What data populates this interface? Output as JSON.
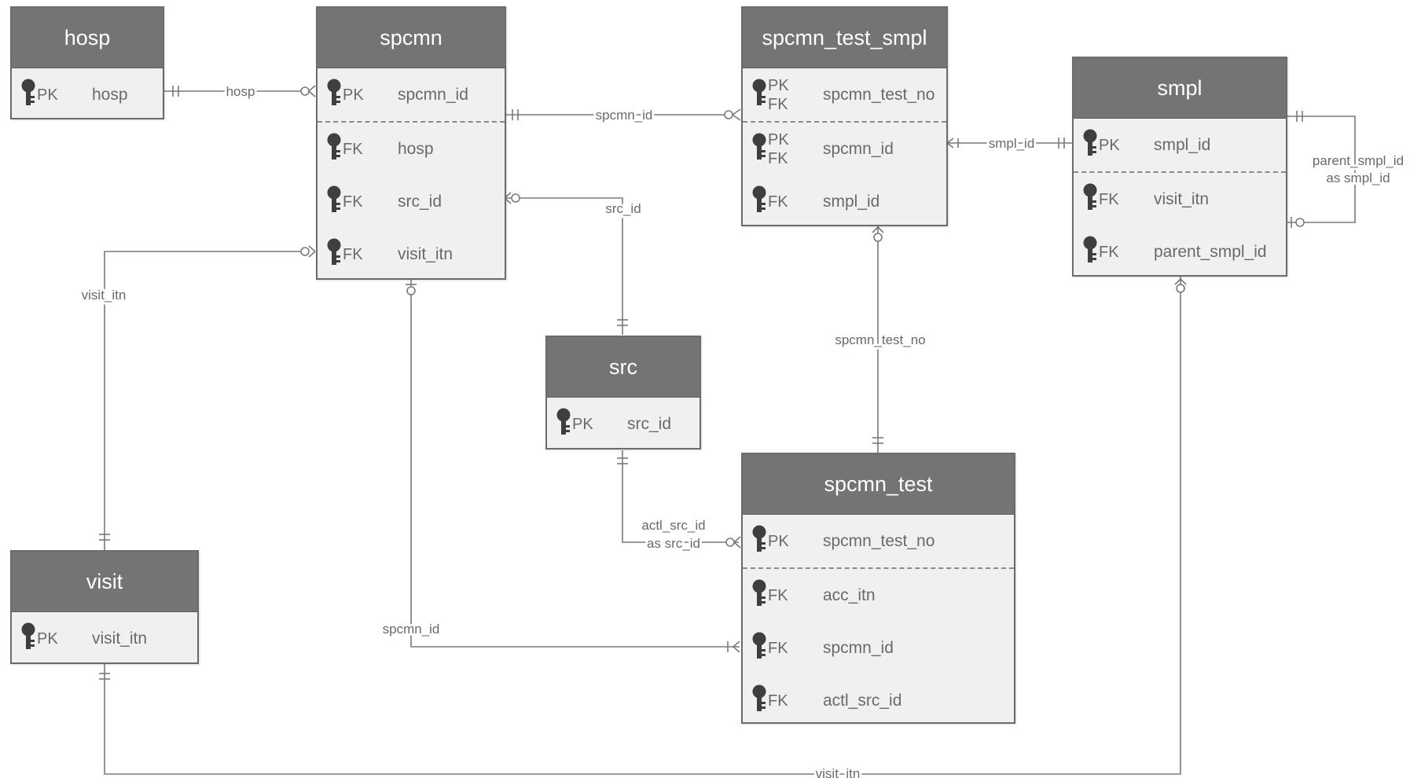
{
  "entities": {
    "hosp": {
      "name": "hosp",
      "attrs": [
        {
          "kind": "PK",
          "name": "hosp"
        }
      ]
    },
    "spcmn": {
      "name": "spcmn",
      "attrs": [
        {
          "kind": "PK",
          "name": "spcmn_id"
        },
        {
          "kind": "FK",
          "name": "hosp"
        },
        {
          "kind": "FK",
          "name": "src_id"
        },
        {
          "kind": "FK",
          "name": "visit_itn"
        }
      ]
    },
    "spcmn_test_smpl": {
      "name": "spcmn_test_smpl",
      "attrs": [
        {
          "kind1": "PK",
          "kind2": "FK",
          "name": "spcmn_test_no"
        },
        {
          "kind1": "PK",
          "kind2": "FK",
          "name": "spcmn_id"
        },
        {
          "kind": "FK",
          "name": "smpl_id"
        }
      ]
    },
    "smpl": {
      "name": "smpl",
      "attrs": [
        {
          "kind": "PK",
          "name": "smpl_id"
        },
        {
          "kind": "FK",
          "name": "visit_itn"
        },
        {
          "kind": "FK",
          "name": "parent_smpl_id"
        }
      ]
    },
    "src": {
      "name": "src",
      "attrs": [
        {
          "kind": "PK",
          "name": "src_id"
        }
      ]
    },
    "spcmn_test": {
      "name": "spcmn_test",
      "attrs": [
        {
          "kind": "PK",
          "name": "spcmn_test_no"
        },
        {
          "kind": "FK",
          "name": "acc_itn"
        },
        {
          "kind": "FK",
          "name": "spcmn_id"
        },
        {
          "kind": "FK",
          "name": "actl_src_id"
        }
      ]
    },
    "visit": {
      "name": "visit",
      "attrs": [
        {
          "kind": "PK",
          "name": "visit_itn"
        }
      ]
    }
  },
  "relationships": {
    "hosp_spcmn": "hosp",
    "spcmn_sts": "spcmn_id",
    "sts_smpl": "smpl_id",
    "smpl_parent_1": "parent_smpl_id",
    "smpl_parent_2": "as smpl_id",
    "spcmn_src": "src_id",
    "spcmn_visit": "visit_itn",
    "sts_test": "spcmn_test_no",
    "src_test_1": "actl_src_id",
    "src_test_2": "as src_id",
    "spcmn_test_rel": "spcmn_id",
    "visit_smpl": "visit_itn"
  },
  "colors": {
    "header_bg": "#747474",
    "body_bg": "#f0f0f0",
    "border": "#6b6b6b",
    "line": "#7a7a7a",
    "text": "#6a6a6a",
    "key_icon": "#3f3f3f"
  }
}
